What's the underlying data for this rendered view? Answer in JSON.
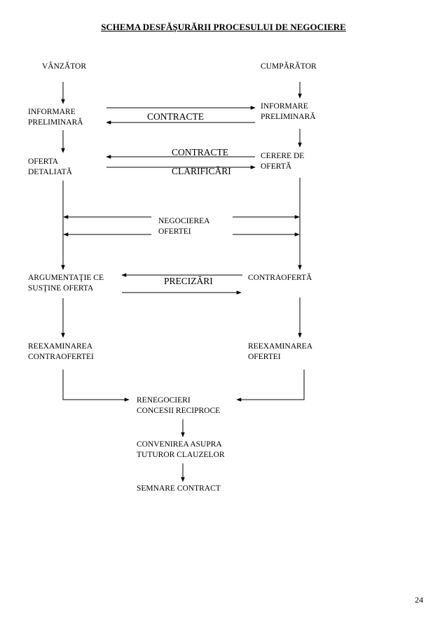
{
  "title": "SCHEMA DESFĂŞURĂRII PROCESULUI DE NEGOCIERE",
  "left_header": "VÂNZĂTOR",
  "right_header": "CUMPĂRĂTOR",
  "left_steps": [
    "INFORMARE\nPRELIMINARĂ",
    "OFERTA\nDETALIATĂ",
    "ARGUMENTAŢIE CE\nSUSŢINE OFERTA",
    "REEXAMINAREA\nCONTRAOFERTEI"
  ],
  "right_steps": [
    "INFORMARE\nPRELIMINARĂ",
    "CERERE DE\nOFERTĂ",
    "CONTRAOFERTĂ",
    "REEXAMINAREA\nOFERTEI"
  ],
  "exchange_labels": {
    "contracte_1": "CONTRACTE",
    "contracte_2": "CONTRACTE",
    "clarificari": "CLARIFICĂRI",
    "negocierea": "NEGOCIEREA\nOFERTEI",
    "precizari": "PRECIZĂRI"
  },
  "final_steps": [
    "RENEGOCIERI\nCONCESII RECIPROCE",
    "CONVENIREA ASUPRA\nTUTUROR CLAUZELOR",
    "SEMNARE CONTRACT"
  ],
  "page_number": "24"
}
